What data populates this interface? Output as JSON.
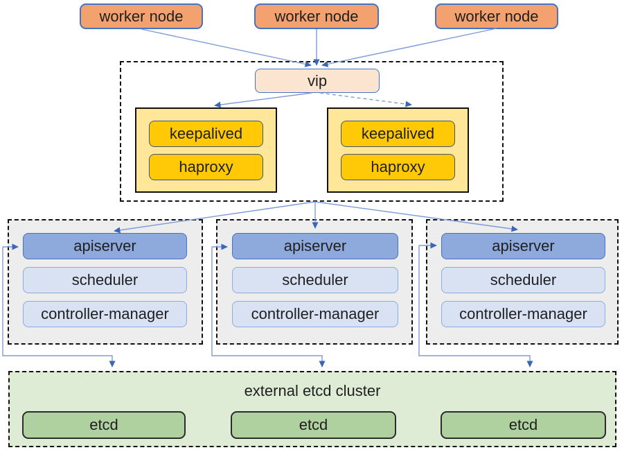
{
  "colors": {
    "accent-blue": "#4472C4",
    "line-color": "#7D9BD8",
    "arrow-color": "#3A66B5",
    "worker-fill": "#F2A16F",
    "vip-fill": "#FBE5D0",
    "gold-container-fill": "#FFE699",
    "gold-fill": "#FFC907",
    "blue-fill": "#8EA9DB",
    "lightblue-fill": "#D9E2F3",
    "gray-fill": "#EDEDED",
    "green-container-fill": "#DEEBD5",
    "green-fill": "#AFD09F"
  },
  "nodes": {
    "workers": [
      "worker node",
      "worker node",
      "worker node"
    ],
    "vip": "vip",
    "lb_pairs": [
      {
        "keepalived": "keepalived",
        "haproxy": "haproxy"
      },
      {
        "keepalived": "keepalived",
        "haproxy": "haproxy"
      }
    ],
    "control_planes": [
      {
        "apiserver": "apiserver",
        "scheduler": "scheduler",
        "controller_manager": "controller-manager"
      },
      {
        "apiserver": "apiserver",
        "scheduler": "scheduler",
        "controller_manager": "controller-manager"
      },
      {
        "apiserver": "apiserver",
        "scheduler": "scheduler",
        "controller_manager": "controller-manager"
      }
    ],
    "etcd_cluster_title": "external etcd cluster",
    "etcds": [
      "etcd",
      "etcd",
      "etcd"
    ]
  }
}
